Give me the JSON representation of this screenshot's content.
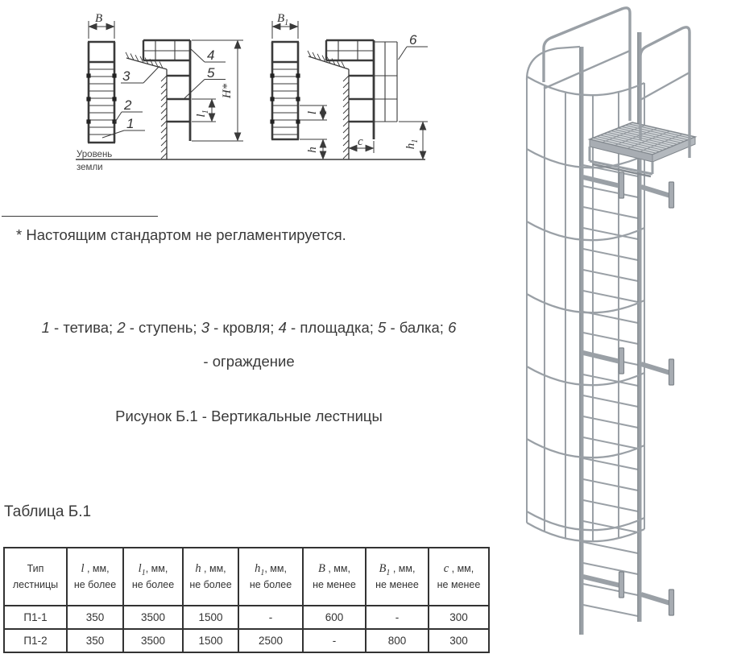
{
  "colors": {
    "line": "#3a3a3a",
    "steel": "#9aa0a6",
    "steel_dark": "#82888e",
    "steel_light": "#d3d7da"
  },
  "drawing": {
    "ground1": "Уровень",
    "ground2": "земли",
    "labels": {
      "B": "В",
      "B1": "В",
      "B1s": "1",
      "H": "Н*",
      "l": "l",
      "l1": "l",
      "l1s": "1",
      "h": "h",
      "h1": "h",
      "h1s": "1",
      "c": "с"
    },
    "callouts": {
      "n1": "1",
      "n2": "2",
      "n3": "3",
      "n4": "4",
      "n5": "5",
      "n6": "6"
    }
  },
  "footnote": {
    "text": "* Настоящим стандартом не регламентируется."
  },
  "legend": {
    "items": [
      {
        "n": "1",
        "t": " - тетива; "
      },
      {
        "n": "2",
        "t": " - ступень; "
      },
      {
        "n": "3",
        "t": " - кровля; "
      },
      {
        "n": "4",
        "t": " - площадка; "
      },
      {
        "n": "5",
        "t": " - балка; "
      },
      {
        "n": "6",
        "t": ""
      }
    ],
    "line2": "- ограждение"
  },
  "caption": "Рисунок Б.1 - Вертикальные лестницы",
  "table": {
    "title": "Таблица Б.1",
    "columns": [
      {
        "v": "",
        "s": "",
        "t1": "Тип",
        "t2": "лестницы"
      },
      {
        "v": "l",
        "s": "",
        "t1": " , мм,",
        "t2": "не более"
      },
      {
        "v": "l",
        "s": "1",
        "t1": ", мм,",
        "t2": "не более"
      },
      {
        "v": "h",
        "s": "",
        "t1": " , мм,",
        "t2": "не более"
      },
      {
        "v": "h",
        "s": "1",
        "t1": ", мм,",
        "t2": "не более"
      },
      {
        "v": "В",
        "s": "",
        "t1": " , мм,",
        "t2": "не менее"
      },
      {
        "v": "В",
        "s": "1",
        "t1": " , мм,",
        "t2": "не менее"
      },
      {
        "v": "с",
        "s": "",
        "t1": " , мм,",
        "t2": "не менее"
      }
    ],
    "rows": [
      [
        "П1-1",
        "350",
        "3500",
        "1500",
        "-",
        "600",
        "-",
        "300"
      ],
      [
        "П1-2",
        "350",
        "3500",
        "1500",
        "2500",
        "-",
        "800",
        "300"
      ]
    ]
  }
}
